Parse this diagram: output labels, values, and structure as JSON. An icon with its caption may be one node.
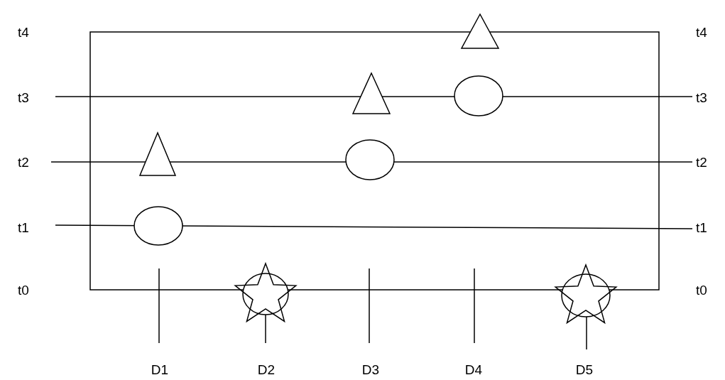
{
  "diagram": {
    "labels": [
      "t4",
      "t4",
      "t3",
      "t3",
      "t2",
      "t2",
      "t1",
      "t1",
      "t0",
      "t0",
      "D1",
      "D2",
      "D3",
      "D4",
      "D5"
    ]
  }
}
